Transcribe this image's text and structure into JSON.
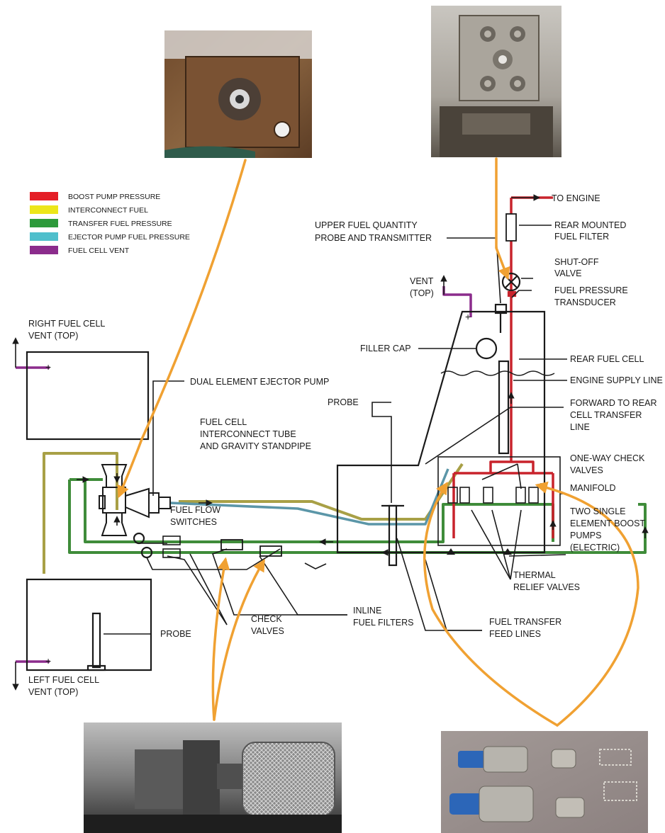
{
  "legend": [
    {
      "label": "BOOST PUMP PRESSURE",
      "color": "#e41e26"
    },
    {
      "label": "INTERCONNECT FUEL",
      "color": "#ece61a"
    },
    {
      "label": "TRANSFER FUEL PRESSURE",
      "color": "#2d9a3b"
    },
    {
      "label": "EJECTOR PUMP FUEL PRESSURE",
      "color": "#4fbfcc"
    },
    {
      "label": "FUEL CELL VENT",
      "color": "#8b2c8c"
    }
  ],
  "colors": {
    "boost": "#c8232c",
    "interconnect": "#a8a046",
    "transfer": "#3f8c3a",
    "ejector": "#5b96a8",
    "vent": "#8b2c8c",
    "callout": "#f0a132",
    "line": "#1a1a1a"
  },
  "labels": {
    "to_engine": "TO ENGINE",
    "rear_filter_1": "REAR MOUNTED",
    "rear_filter_2": "FUEL FILTER",
    "upper_probe_1": "UPPER FUEL QUANTITY",
    "upper_probe_2": "PROBE AND TRANSMITTER",
    "shutoff_1": "SHUT-OFF",
    "shutoff_2": "VALVE",
    "vent_top_1": "VENT",
    "vent_top_2": "(TOP)",
    "transducer_1": "FUEL PRESSURE",
    "transducer_2": "TRANSDUCER",
    "right_cell_1": "RIGHT FUEL CELL",
    "right_cell_2": "VENT (TOP)",
    "filler_cap": "FILLER CAP",
    "rear_fuel_cell": "REAR FUEL CELL",
    "dual_ejector": "DUAL ELEMENT EJECTOR PUMP",
    "engine_supply": "ENGINE SUPPLY LINE",
    "fwd_rear_1": "FORWARD TO REAR",
    "fwd_rear_2": "CELL TRANSFER",
    "fwd_rear_3": "LINE",
    "interconnect_1": "FUEL CELL",
    "interconnect_2": "INTERCONNECT TUBE",
    "interconnect_3": "AND GRAVITY STANDPIPE",
    "probe_mid": "PROBE",
    "check_1": "ONE-WAY CHECK",
    "check_2": "VALVES",
    "manifold": "MANIFOLD",
    "flow_sw_1": "FUEL FLOW",
    "flow_sw_2": "SWITCHES",
    "boost_1": "TWO SINGLE",
    "boost_2": "ELEMENT BOOST",
    "boost_3": "PUMPS",
    "boost_4": "(ELECTRIC)",
    "thermal_1": "THERMAL",
    "thermal_2": "RELIEF VALVES",
    "probe_left": "PROBE",
    "check_valves_1": "CHECK",
    "check_valves_2": "VALVES",
    "inline_1": "INLINE",
    "inline_2": "FUEL FILTERS",
    "feed_1": "FUEL TRANSFER",
    "feed_2": "FEED LINES",
    "left_cell_1": "LEFT FUEL CELL",
    "left_cell_2": "VENT (TOP)"
  },
  "photos": [
    {
      "name": "photo-ejector-pump",
      "subject": "ejector pump fitting"
    },
    {
      "name": "photo-transducer-block",
      "subject": "pressure transducer block"
    },
    {
      "name": "photo-inline-filter",
      "subject": "inline fuel filter"
    },
    {
      "name": "photo-check-valves",
      "subject": "check valve parts"
    }
  ]
}
